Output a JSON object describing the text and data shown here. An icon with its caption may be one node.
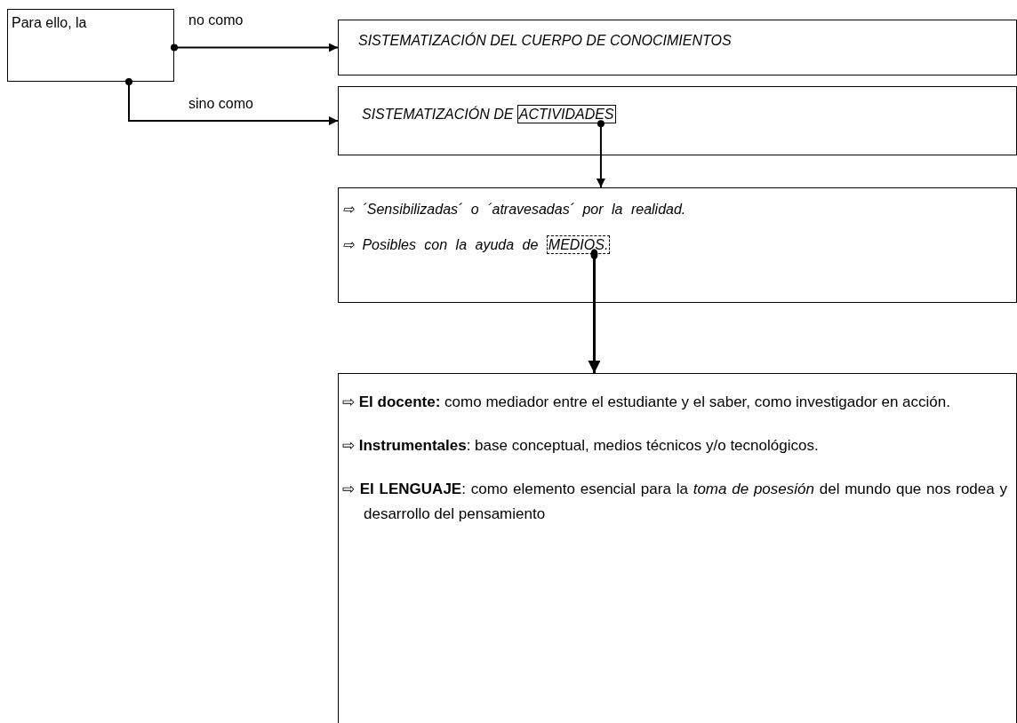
{
  "diagram": {
    "nodes": [
      {
        "text": [
          "Para ello, la"
        ]
      },
      {
        "text": [
          "SISTEMATIZACIÓN DEL CUERPO DE CONOCIMIENTOS"
        ]
      },
      {
        "text": [
          "SISTEMATIZACIÓN DE"
        ]
      },
      {
        "text": [
          "ACTIVIDADES"
        ],
        "in": 2
      },
      {
        "text": [
          "⇨ ´Sensibilizadas´ o ´atravesadas´ por la realidad.",
          "⇨ Posibles con la ayuda de"
        ]
      },
      {
        "text": [
          "MEDIOS."
        ],
        "in": 4
      },
      {
        "text": [
          "⇨ **El docente:** como mediador entre el estudiante y el saber, como investigador en acción.",
          "⇨ **Instrumentales**: base conceptual, medios técnicos y/o tecnológicos.",
          "⇨ **El LENGUAJE**: como elemento esencial para la *toma de posesión* del mundo que nos rodea y desarrollo del pensamiento"
        ]
      }
    ],
    "edges": [
      {
        "from": 0,
        "to": 1,
        "arrow": "to",
        "label": "no como"
      },
      {
        "from": 0,
        "to": 2,
        "arrow": "to",
        "label": "sino como"
      },
      {
        "from": 3,
        "to": 4,
        "arrow": "to"
      },
      {
        "from": 5,
        "to": 6,
        "arrow": "to"
      }
    ]
  }
}
